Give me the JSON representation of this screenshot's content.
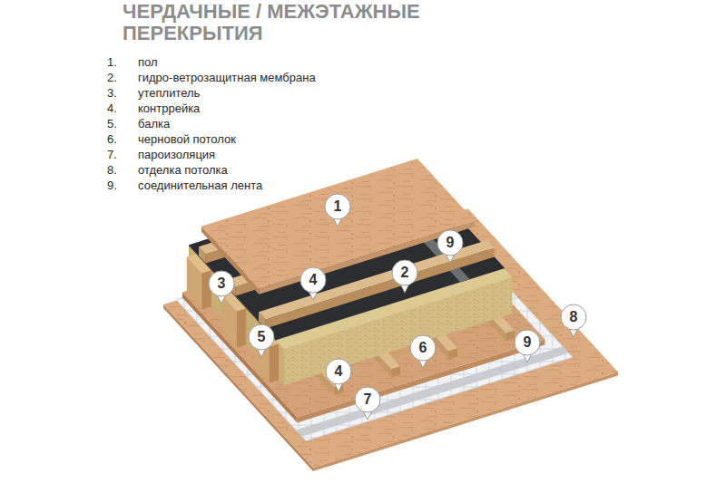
{
  "diagram": {
    "title": "ЧЕРДАЧНЫЕ / МЕЖЭТАЖНЫЕ ПЕРЕКРЫТИЯ",
    "labels": [
      "1.",
      "пол",
      "2.",
      "гидро-ветрозащитная мембрана",
      "3.",
      "утеплитель",
      "4.",
      "контррейка",
      "5.",
      "балка",
      "6.",
      "черновой потолок",
      "7.",
      "пароизоляция",
      "8.",
      "отделка потолка",
      "9.",
      "соединительная лента",
      "1",
      "9",
      "3",
      "4",
      "2",
      "8",
      "5",
      "6",
      "9",
      "4",
      "7"
    ]
  }
}
